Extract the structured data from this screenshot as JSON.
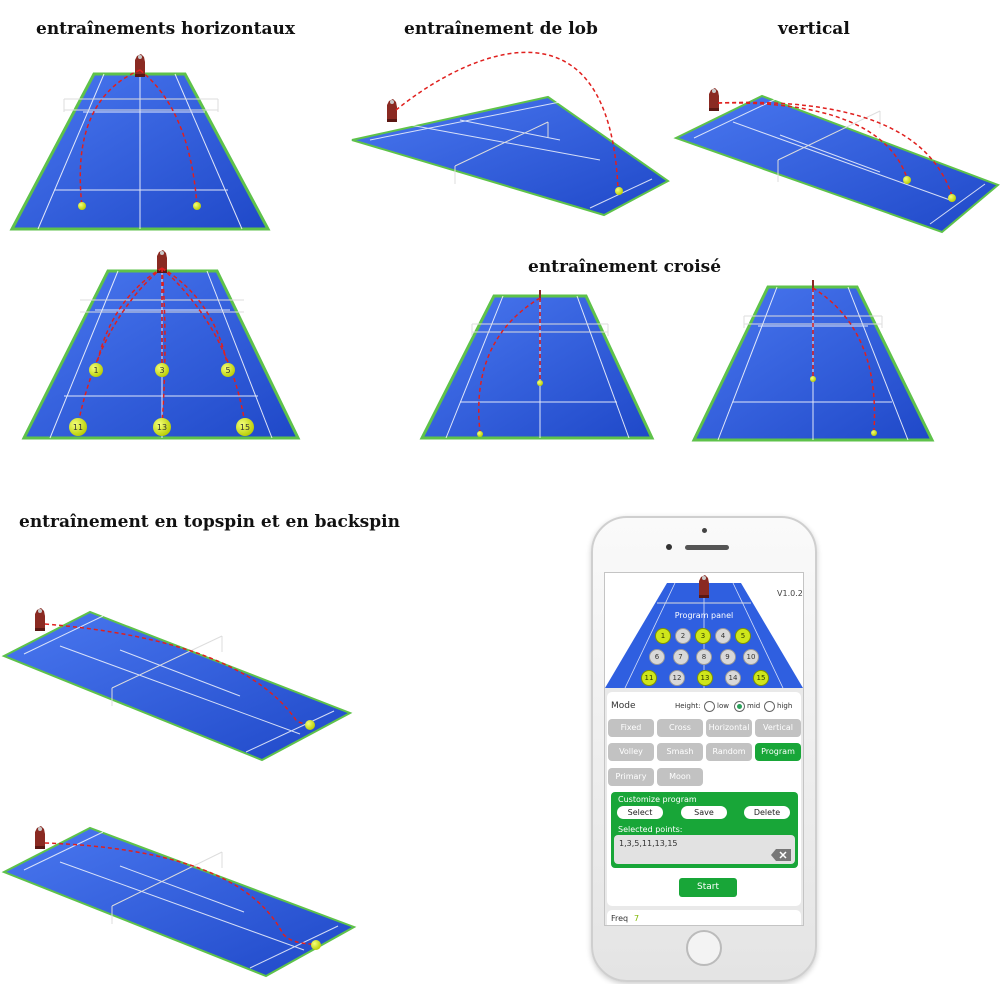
{
  "captions": {
    "horizontal": "entraînements horizontaux",
    "lob": "entraînement de lob",
    "vertical": "vertical",
    "cross": "entraînement croisé",
    "spin": "entraînement en topspin et en backspin"
  },
  "ball_numbers": {
    "b1": "1",
    "b3": "3",
    "b5": "5",
    "b11": "11",
    "b13": "13",
    "b15": "15"
  },
  "app": {
    "version": "V1.0.2",
    "program_panel": "Program panel",
    "points": [
      {
        "n": "1",
        "selected": true
      },
      {
        "n": "2",
        "selected": false
      },
      {
        "n": "3",
        "selected": true
      },
      {
        "n": "4",
        "selected": false
      },
      {
        "n": "5",
        "selected": true
      },
      {
        "n": "6",
        "selected": false
      },
      {
        "n": "7",
        "selected": false
      },
      {
        "n": "8",
        "selected": false
      },
      {
        "n": "9",
        "selected": false
      },
      {
        "n": "10",
        "selected": false
      },
      {
        "n": "11",
        "selected": true
      },
      {
        "n": "12",
        "selected": false
      },
      {
        "n": "13",
        "selected": true
      },
      {
        "n": "14",
        "selected": false
      },
      {
        "n": "15",
        "selected": true
      }
    ],
    "mode_label": "Mode",
    "height_label": "Height:",
    "height_options": {
      "low": "low",
      "mid": "mid",
      "high": "high"
    },
    "height_selected": "mid",
    "modes": {
      "fixed": "Fixed",
      "cross": "Cross",
      "horizontal": "Horizontal",
      "vertical": "Vertical",
      "volley": "Volley",
      "smash": "Smash",
      "random": "Random",
      "program": "Program",
      "primary": "Primary",
      "moon": "Moon"
    },
    "active_mode": "Program",
    "customize": {
      "title": "Customize program",
      "select": "Select",
      "save": "Save",
      "delete": "Delete",
      "selected_points_label": "Selected points:",
      "selected_points_value": "1,3,5,11,13,15"
    },
    "start": "Start",
    "freq_label": "Freq",
    "freq_value": "7"
  },
  "colors": {
    "court": "#2f5fe0",
    "court_edge": "#5ec24a",
    "trajectory": "#e0201e",
    "ball": "#d6e81a",
    "app_green": "#18a638"
  }
}
